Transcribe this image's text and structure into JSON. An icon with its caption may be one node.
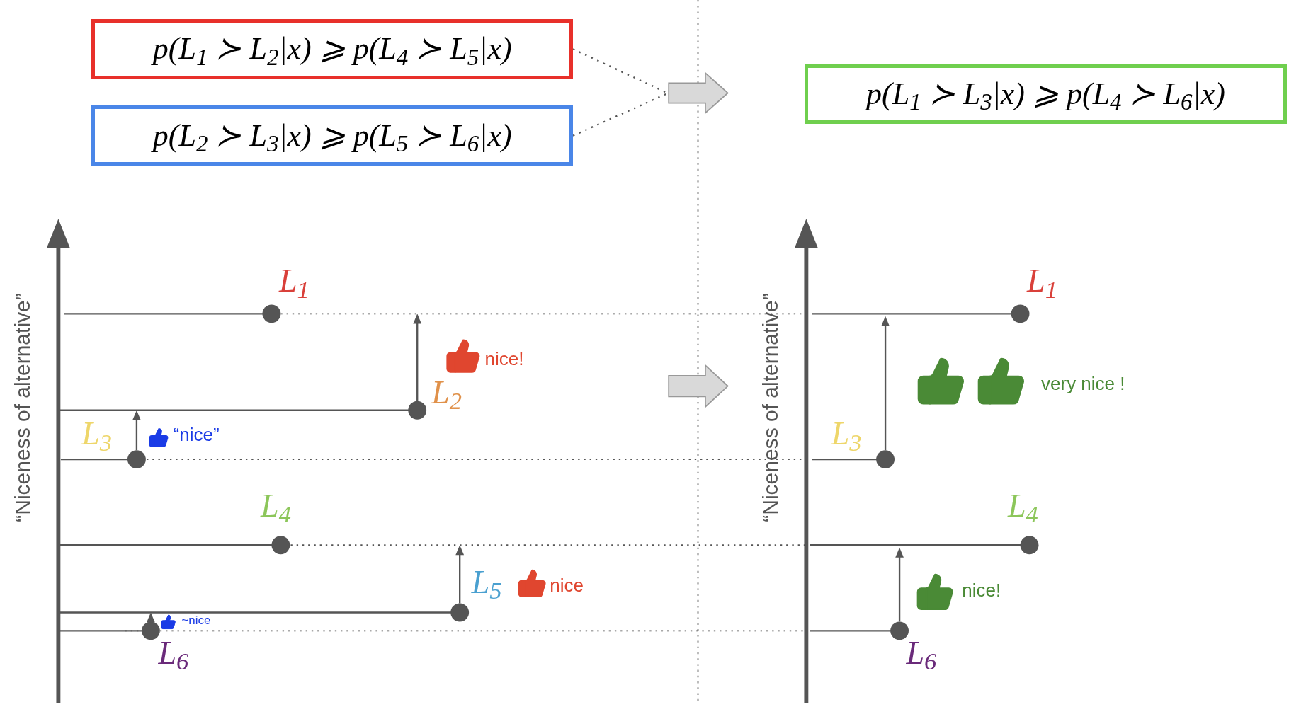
{
  "diagram": {
    "nodes": [
      {
        "text": [
          "p(L$_{1}$ ≻ L$_{2}$|x) ⩾ p(L$_{4}$ ≻ L$_{5}$|x)"
        ]
      },
      {
        "text": [
          "p(L$_{2}$ ≻ L$_{3}$|x) ⩾ p(L$_{5}$ ≻ L$_{6}$|x)"
        ]
      },
      {
        "text": [
          "p(L$_{1}$ ≻ L$_{3}$|x) ⩾ p(L$_{4}$ ≻ L$_{6}$|x)"
        ]
      },
      {
        "text": [],
        "shape": "arrow"
      },
      {
        "text": [],
        "shape": "arrow"
      }
    ],
    "edges": [
      {
        "from": 0,
        "to": 3,
        "arrow": "none",
        "style": "dashed"
      },
      {
        "from": 1,
        "to": 3,
        "arrow": "none",
        "style": "dashed"
      }
    ],
    "labels": [
      "“Niceness of alternative”",
      "L$_{1}$",
      "nice!",
      "L$_{2}$",
      "L$_{3}$",
      "“nice”",
      "L$_{4}$",
      "L$_{5}$",
      "nice",
      "~nice",
      "L$_{6}$",
      "“Niceness of alternative”",
      "L$_{1}$",
      "very nice !",
      "L$_{3}$",
      "L$_{4}$",
      "nice!",
      "L$_{6}$"
    ]
  }
}
